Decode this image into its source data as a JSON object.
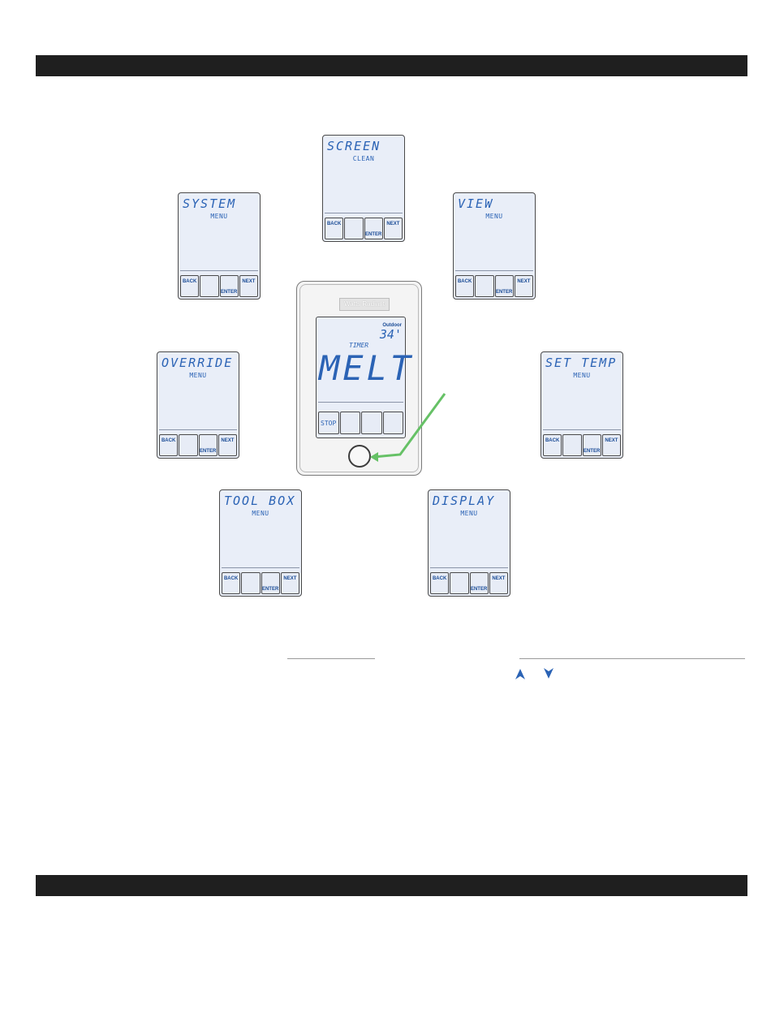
{
  "colors": {
    "lcd_text": "#2b63b5",
    "lcd_bg": "#e9eef8",
    "pointer": "#66c166",
    "header_bar": "#1f1f1f"
  },
  "screens": {
    "screen": {
      "line1": "SCREEN",
      "line2": "CLEAN"
    },
    "system": {
      "line1": "SYSTEM",
      "line2": "MENU"
    },
    "view": {
      "line1": "VIEW",
      "line2": "MENU"
    },
    "override": {
      "line1": "OVERRIDE",
      "line2": "MENU"
    },
    "set_temp": {
      "line1": "SET TEMP",
      "line2": "MENU"
    },
    "tool_box": {
      "line1": "TOOL BOX",
      "line2": "MENU"
    },
    "display": {
      "line1": "DISPLAY",
      "line2": "MENU"
    }
  },
  "buttons": {
    "back": "BACK",
    "enter": "ENTER",
    "next": "NEXT"
  },
  "device": {
    "brand": "Watts Radiant",
    "outdoor_label": "Outdoor",
    "outdoor_temp": "34'",
    "mode_label": "TIMER",
    "main_text": "MELT",
    "softkey_1": "STOP"
  },
  "icons": [
    "up-arrow-icon",
    "down-arrow-icon"
  ]
}
